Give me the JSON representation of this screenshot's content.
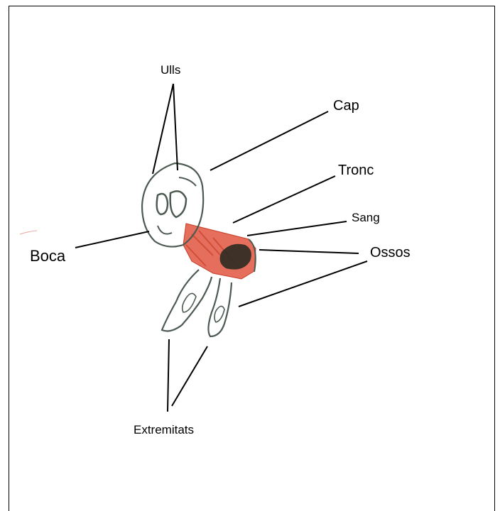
{
  "labels": {
    "ulls": "Ulls",
    "cap": "Cap",
    "tronc": "Tronc",
    "sang": "Sang",
    "ossos": "Ossos",
    "boca": "Boca",
    "extremitats": "Extremitats"
  },
  "colors": {
    "pencil": "#4d5a52",
    "blood": "#d9452f",
    "bone": "#2a2a22",
    "leader": "#000000"
  }
}
